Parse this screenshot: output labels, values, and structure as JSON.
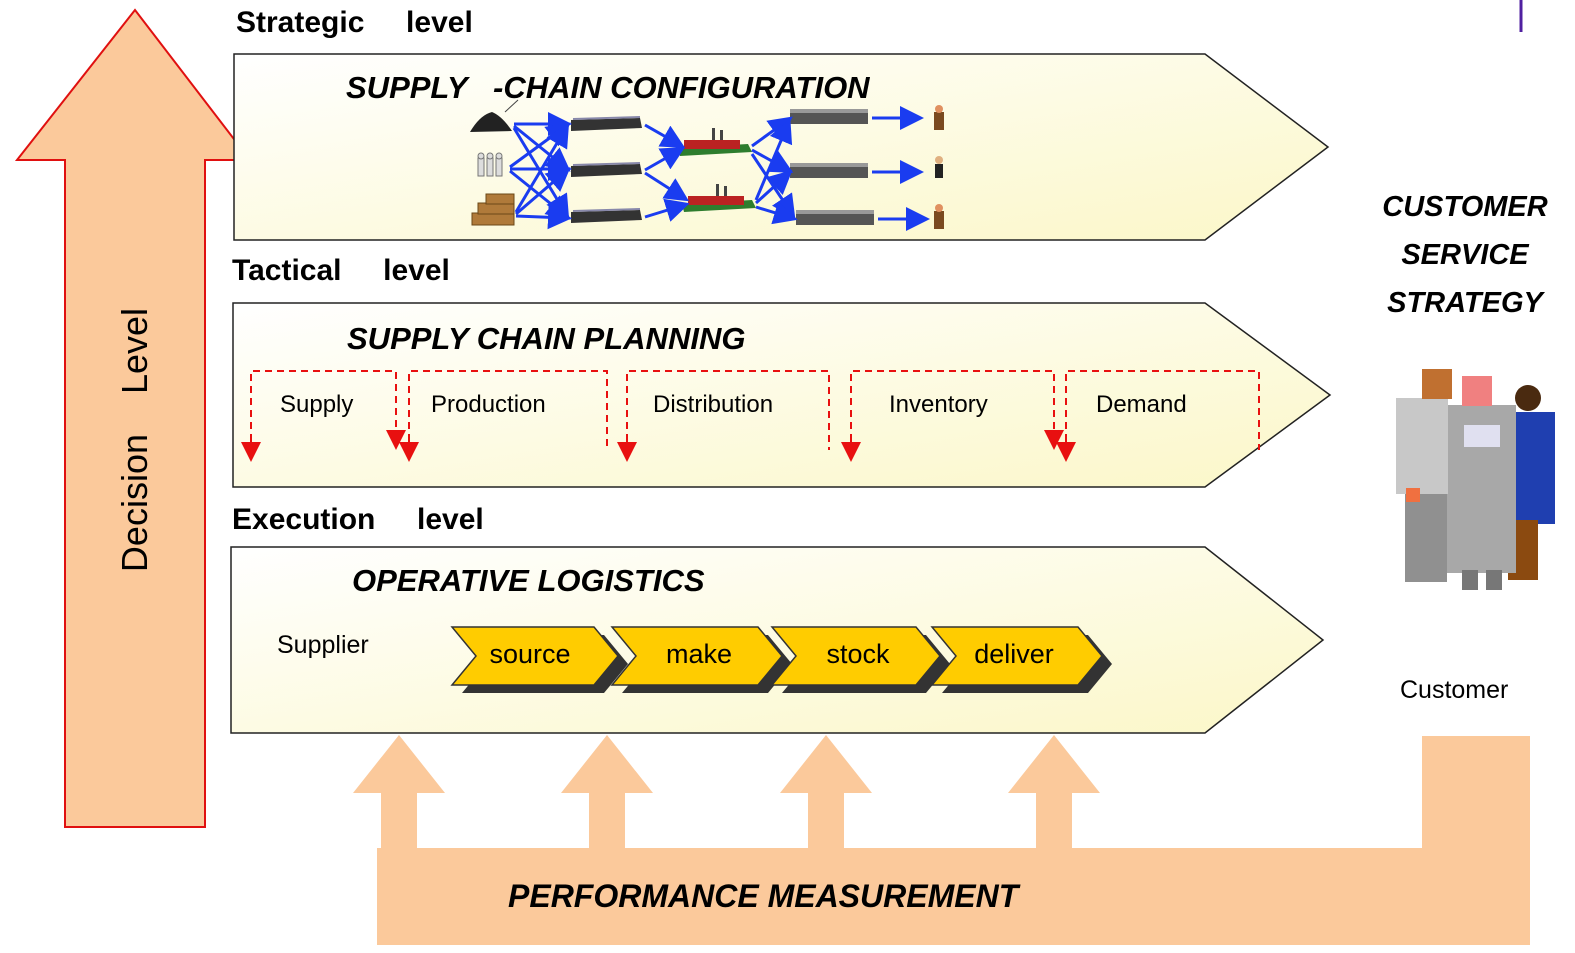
{
  "decision_arrow": {
    "label": "Decision    Level"
  },
  "levels": [
    {
      "heading": "Strategic     level",
      "band_title": "SUPPLY   -CHAIN CONFIGURATION"
    },
    {
      "heading": "Tactical     level",
      "band_title": "SUPPLY CHAIN PLANNING"
    },
    {
      "heading": "Execution     level",
      "band_title": "OPERATIVE LOGISTICS"
    }
  ],
  "planning_items": [
    "Supply",
    "Production",
    "Distribution",
    "Inventory",
    "Demand"
  ],
  "execution": {
    "supplier_label": "Supplier",
    "processes": [
      "source",
      "make",
      "stock",
      "deliver"
    ]
  },
  "customer_service": {
    "lines": [
      "CUSTOMER",
      "SERVICE",
      "STRATEGY"
    ]
  },
  "customer_label": "Customer",
  "performance_label": "PERFORMANCE MEASUREMENT",
  "colors": {
    "peach": "#FBC99B",
    "band_yellow": "#FFFFE0",
    "process_yellow": "#FFCC00",
    "network_blue": "#1A3CF0",
    "dashed_red": "#E81010"
  },
  "icons": [
    "raw-material-pile-icon",
    "wire-spools-icon",
    "lumber-stack-icon",
    "warehouse-icon",
    "factory-icon",
    "distribution-center-icon",
    "consumer-icon",
    "people-group-icon"
  ]
}
